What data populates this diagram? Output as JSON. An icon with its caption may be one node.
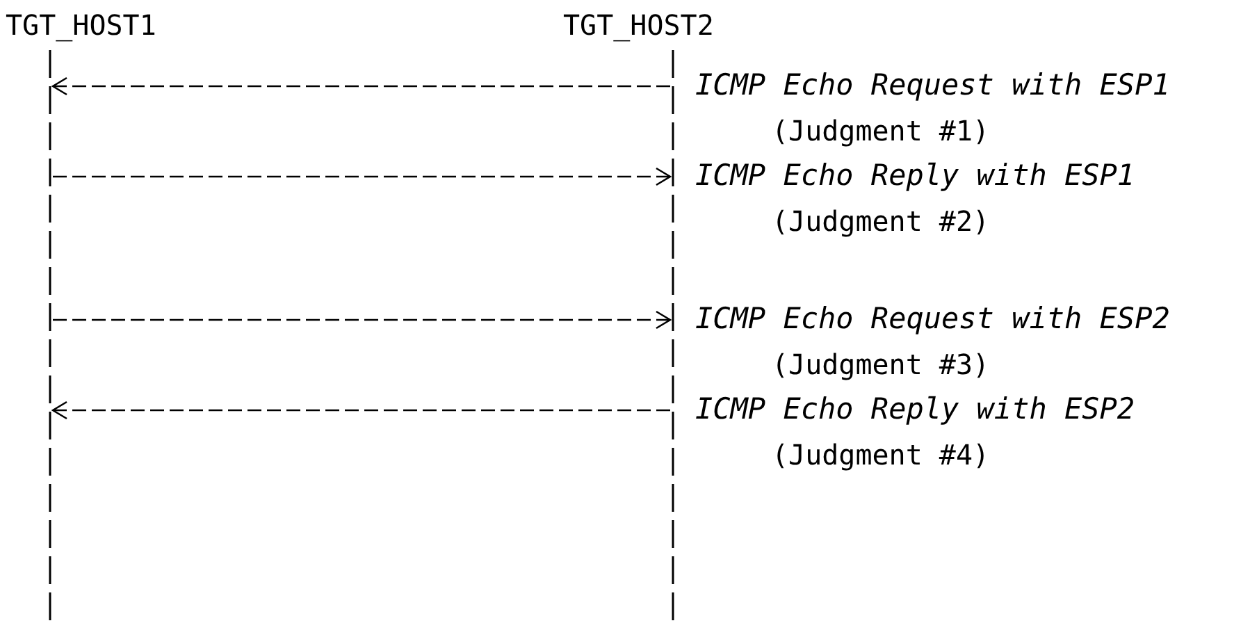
{
  "diagram": {
    "nodes": [
      {
        "text": [
          "TGT_HOST1"
        ]
      },
      {
        "text": [
          "TGT_HOST2"
        ]
      }
    ],
    "edges": [
      {
        "from": 1,
        "to": 0,
        "arrow": "to",
        "style": "dashed",
        "label": "ICMP Echo Request with ESP1"
      },
      {
        "from": 0,
        "to": 1,
        "arrow": "to",
        "style": "dashed",
        "label": "ICMP Echo Reply with ESP1"
      },
      {
        "from": 0,
        "to": 1,
        "arrow": "to",
        "style": "dashed",
        "label": "ICMP Echo Request with ESP2"
      },
      {
        "from": 1,
        "to": 0,
        "arrow": "to",
        "style": "dashed",
        "label": "ICMP Echo Reply with ESP2"
      }
    ],
    "labels": [
      "(Judgment #1)",
      "(Judgment #2)",
      "(Judgment #3)",
      "(Judgment #4)"
    ]
  }
}
